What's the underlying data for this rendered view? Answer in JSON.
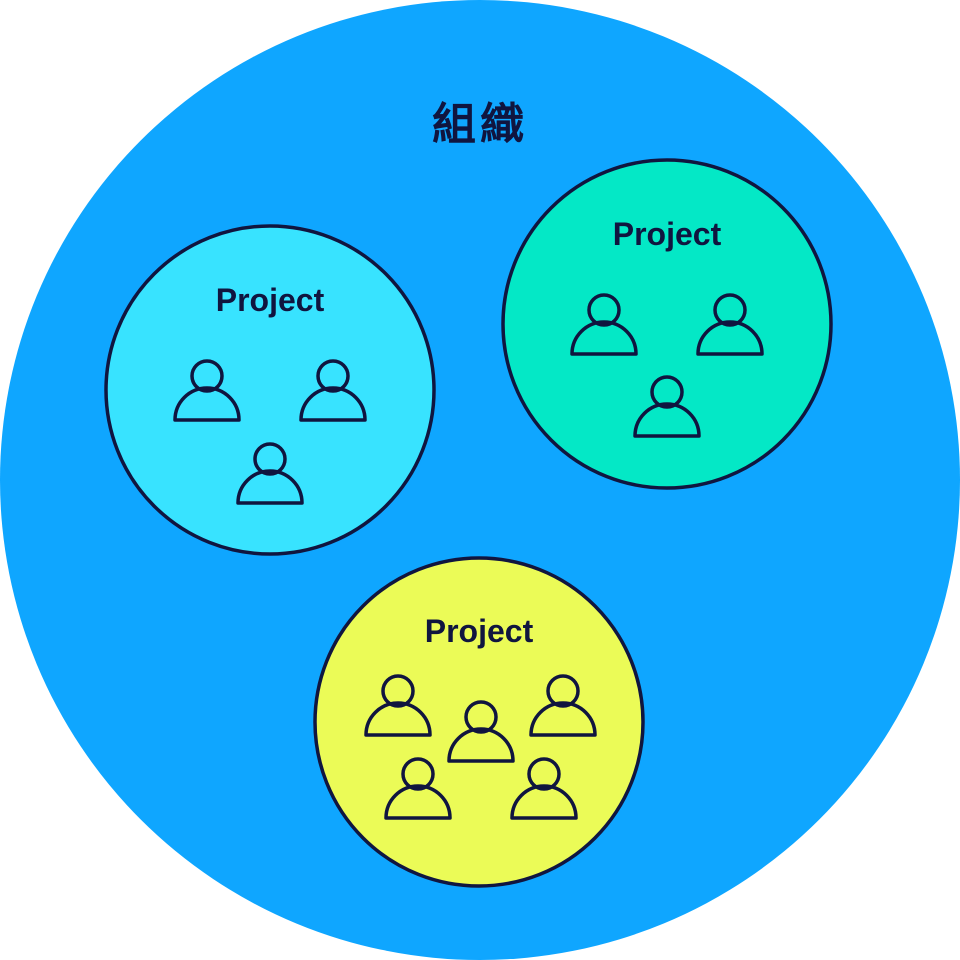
{
  "organization": {
    "label": "組織",
    "color": "#0fa6ff"
  },
  "projects": [
    {
      "label": "Project",
      "color": "#38e3ff",
      "member_count": 3,
      "icon": "person-icon"
    },
    {
      "label": "Project",
      "color": "#04e8c6",
      "member_count": 3,
      "icon": "person-icon"
    },
    {
      "label": "Project",
      "color": "#ebfb57",
      "member_count": 5,
      "icon": "person-icon"
    }
  ],
  "outline_color": "#10153f"
}
